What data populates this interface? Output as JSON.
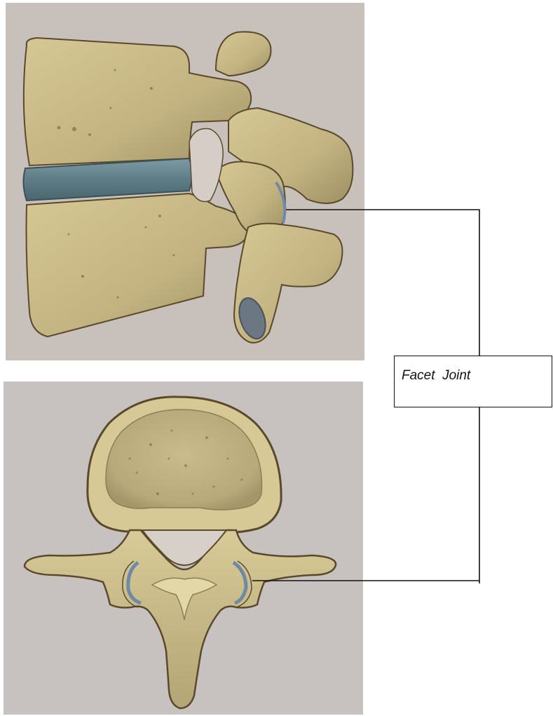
{
  "label": {
    "text": "Facet  Joint"
  },
  "panels": [
    {
      "view": "lateral"
    },
    {
      "view": "axial"
    }
  ],
  "colors": {
    "bone": "#c3b483",
    "bone_light": "#d8cb98",
    "bone_shadow": "#8d7f55",
    "disc": "#5e7d86",
    "cartilage": "#6f8aa6",
    "outline": "#5a4a2c",
    "background": "#c8c0bb",
    "leader": "#111111"
  }
}
